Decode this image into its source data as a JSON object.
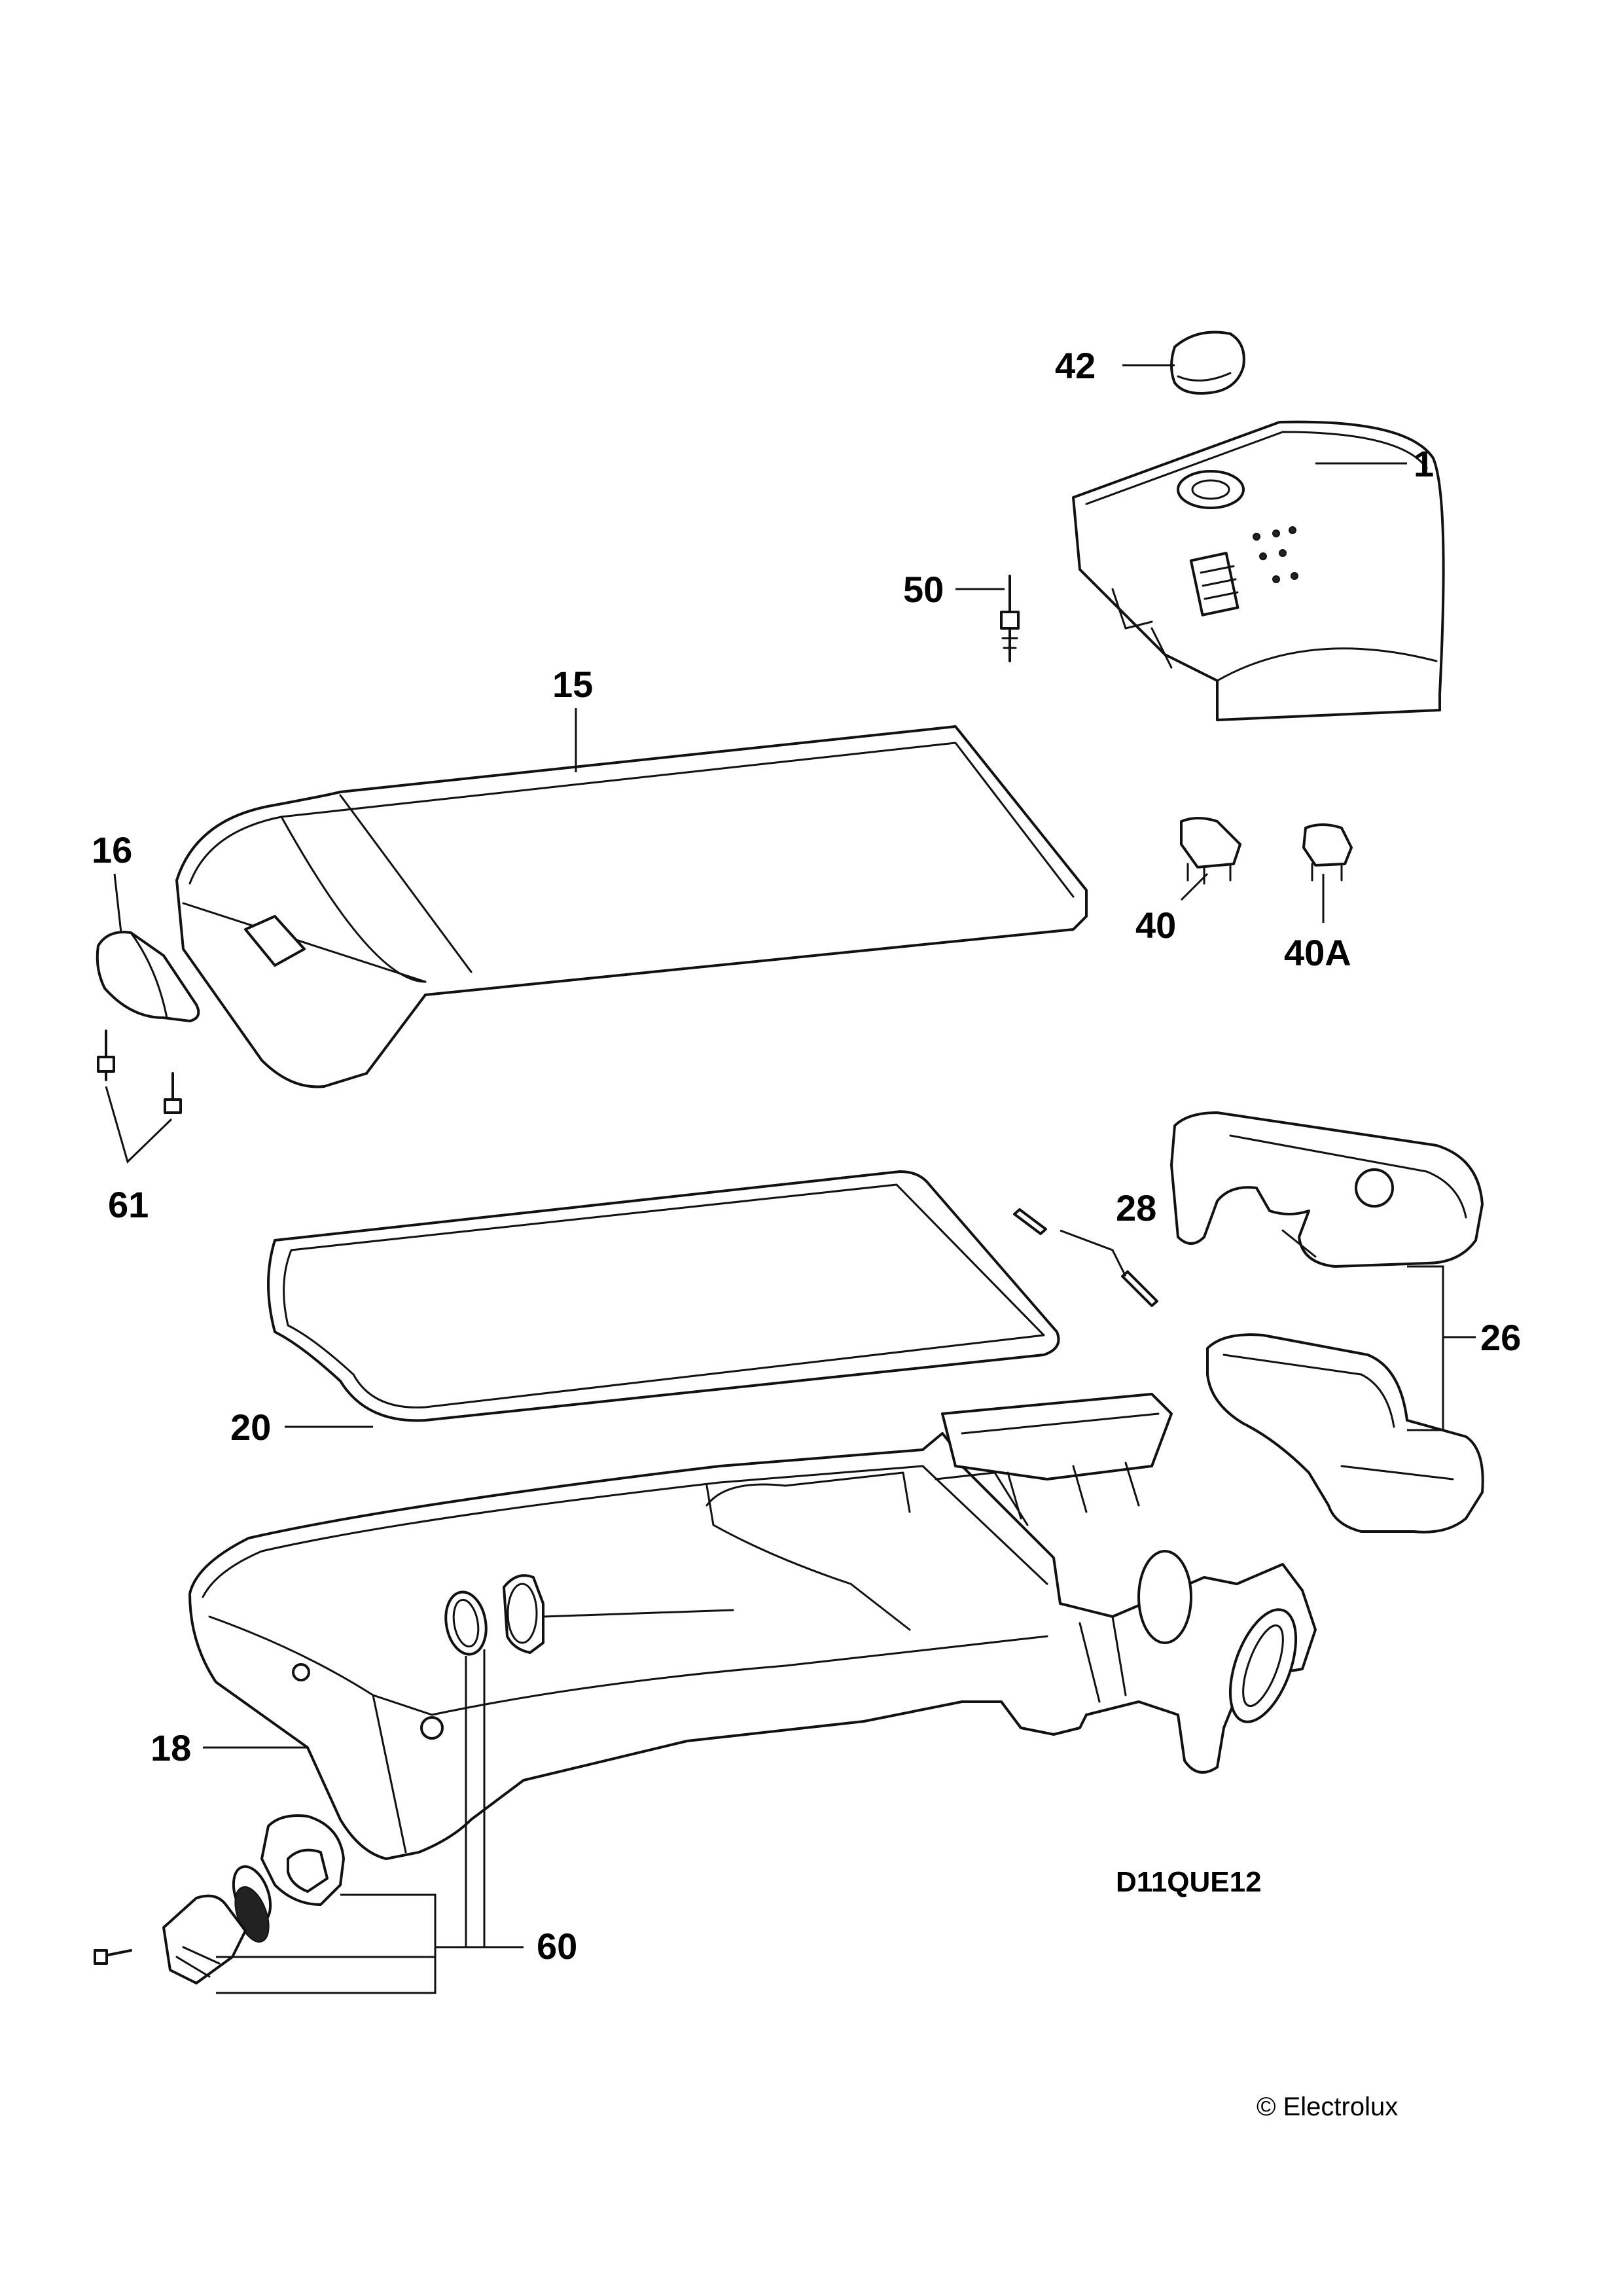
{
  "callouts": {
    "c42": "42",
    "c1": "1",
    "c50": "50",
    "c15": "15",
    "c16": "16",
    "c40": "40",
    "c40a": "40A",
    "c61": "61",
    "c28": "28",
    "c26": "26",
    "c20": "20",
    "c18": "18",
    "c60": "60"
  },
  "drawing_code": "D11QUE12",
  "copyright": "© Electrolux"
}
